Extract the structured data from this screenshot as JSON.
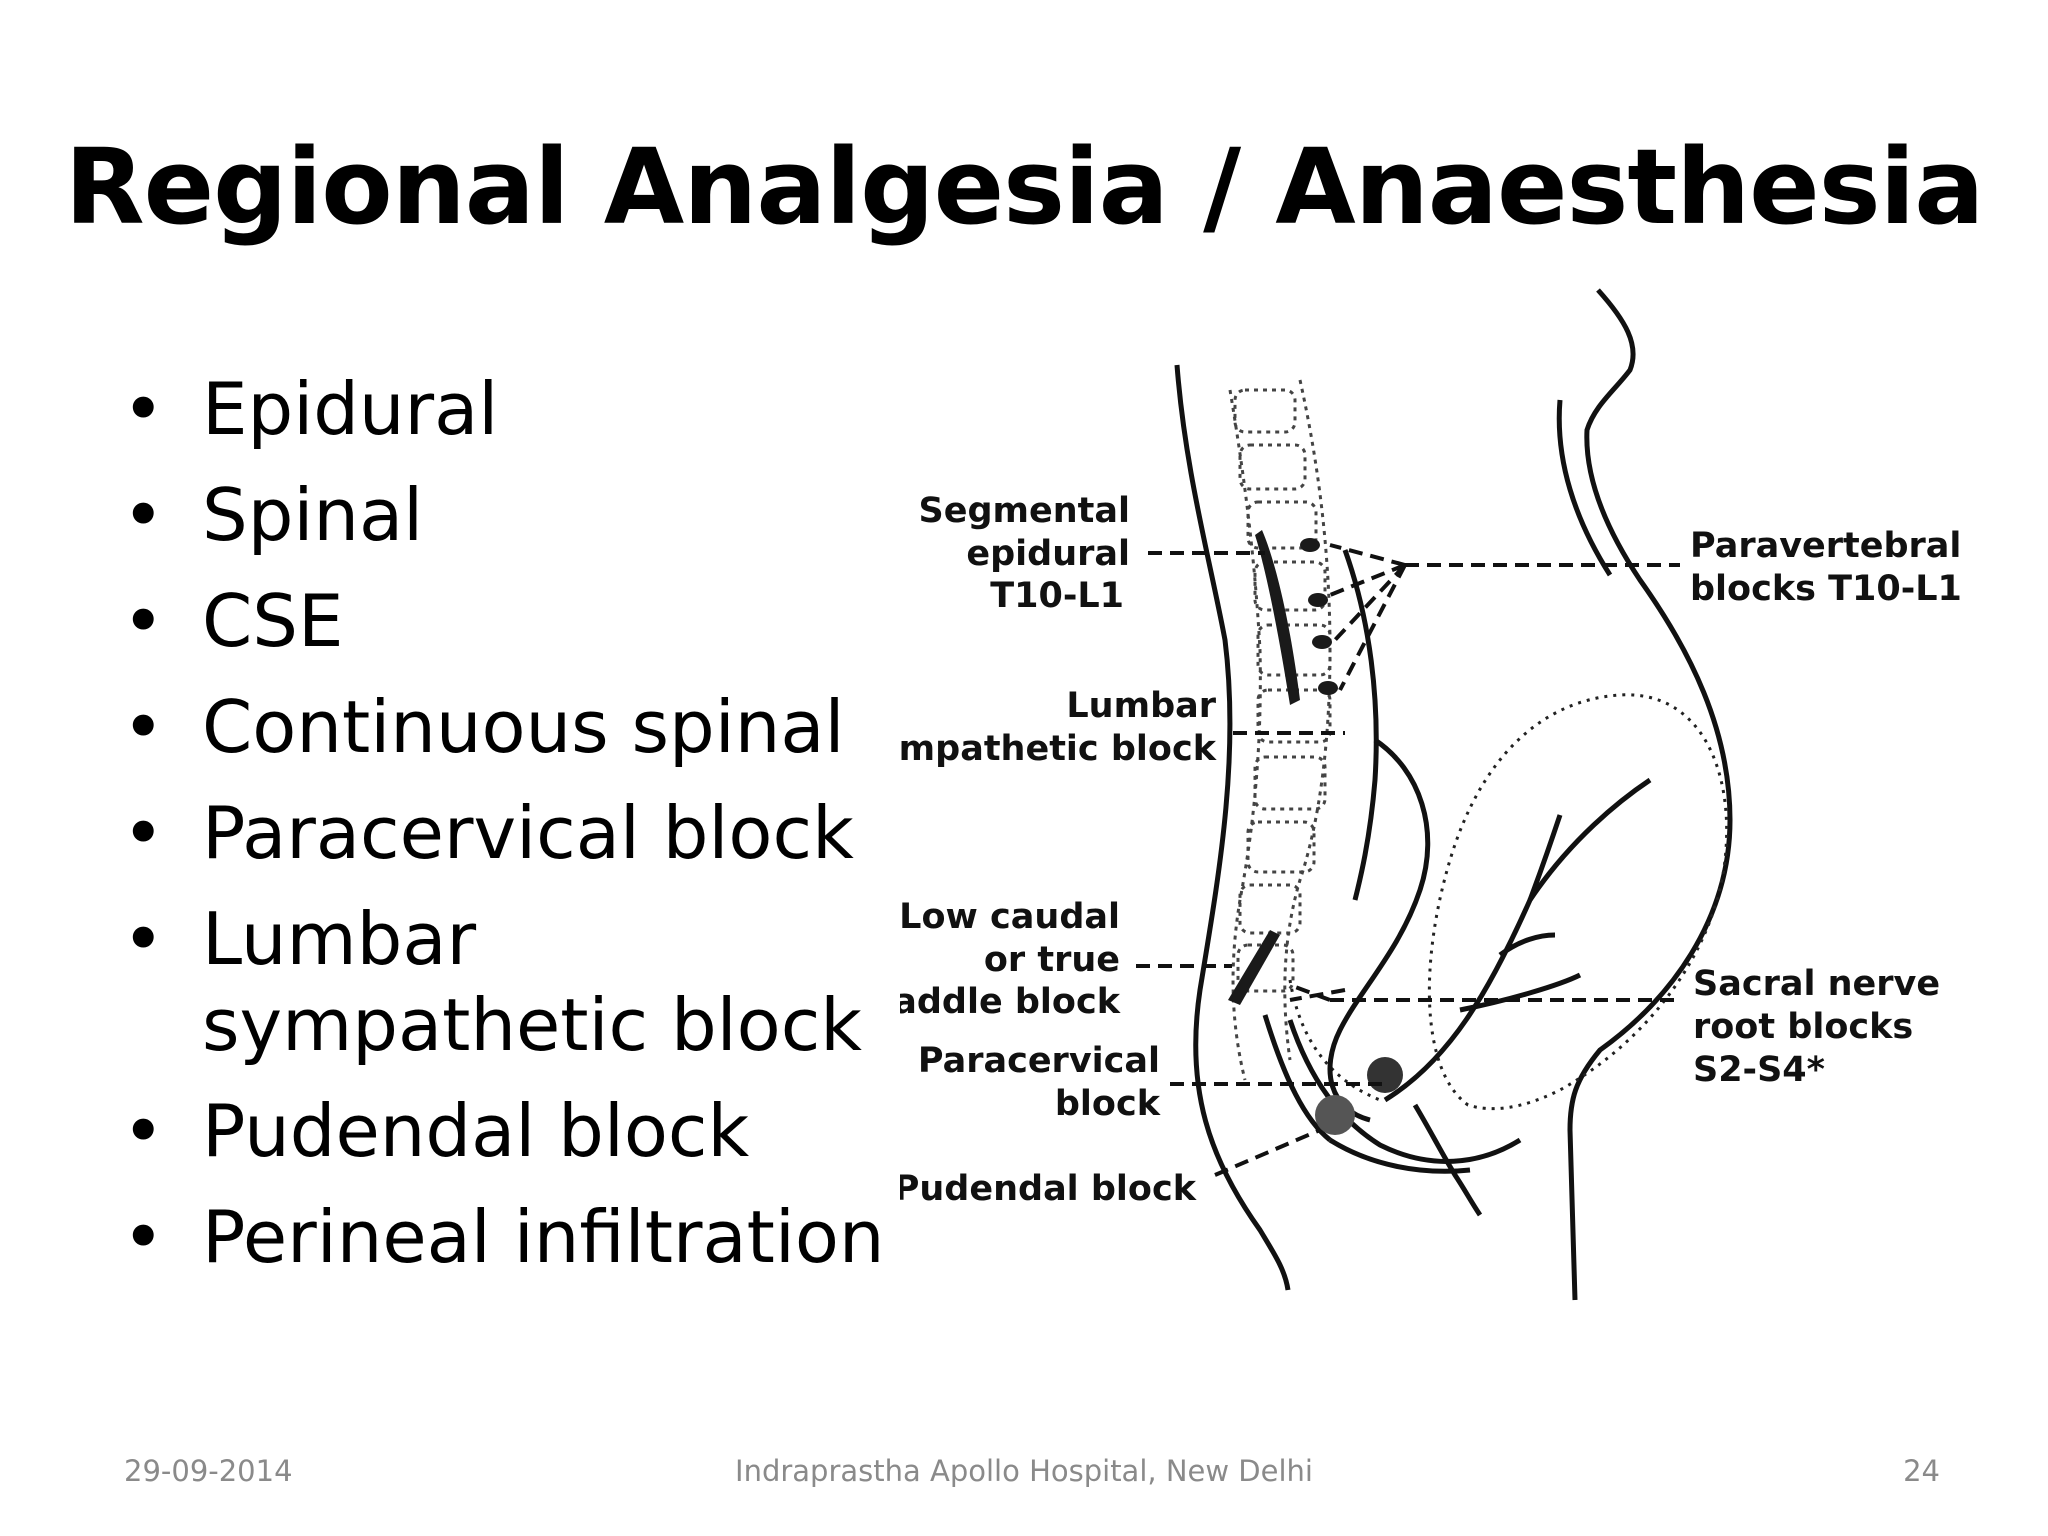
{
  "slide": {
    "title": "Regional Analgesia / Anaesthesia",
    "bullets": [
      "Epidural",
      "Spinal",
      "CSE",
      "Continuous spinal",
      "Paracervical block",
      "Lumbar sympathetic block",
      "Pudendal block",
      "Perineal infiltration"
    ],
    "diagram": {
      "labels_left": {
        "segmental": [
          "Segmental",
          "epidural",
          "T10-L1"
        ],
        "lumbar": [
          "Lumbar",
          "sympathetic block"
        ],
        "caudal": [
          "Low caudal",
          "or true",
          "saddle block"
        ],
        "paracervical": [
          "Paracervical",
          "block"
        ],
        "pudendal": [
          "Pudendal block"
        ]
      },
      "labels_right": {
        "paravertebral": [
          "Paravertebral",
          "blocks T10-L1*"
        ],
        "sacral": [
          "Sacral nerve",
          "root blocks",
          "S2-S4*"
        ]
      }
    },
    "footer": {
      "date": "29-09-2014",
      "organization": "Indraprastha Apollo Hospital, New Delhi",
      "page_number": "24"
    }
  }
}
